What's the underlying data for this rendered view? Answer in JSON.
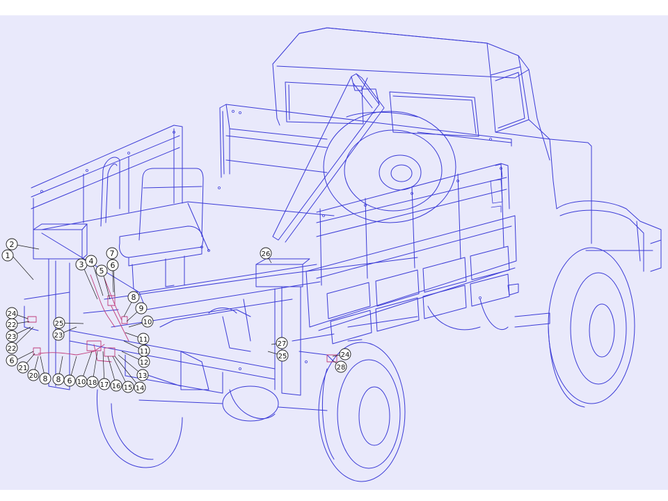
{
  "colors": {
    "background": "#e9e9fb",
    "line": "#3a3ad6",
    "label_fill": "#ffffff",
    "label_stroke": "#1a1a1a",
    "accent": "#c03a7a"
  },
  "callouts": [
    {
      "id": "c-2",
      "text": "2"
    },
    {
      "id": "c-1",
      "text": "1"
    },
    {
      "id": "c-3",
      "text": "3"
    },
    {
      "id": "c-4",
      "text": "4"
    },
    {
      "id": "c-5",
      "text": "5"
    },
    {
      "id": "c-6a",
      "text": "6"
    },
    {
      "id": "c-7",
      "text": "7"
    },
    {
      "id": "c-8a",
      "text": "8"
    },
    {
      "id": "c-9",
      "text": "9"
    },
    {
      "id": "c-10a",
      "text": "10"
    },
    {
      "id": "c-11a",
      "text": "11"
    },
    {
      "id": "c-11b",
      "text": "11"
    },
    {
      "id": "c-12",
      "text": "12"
    },
    {
      "id": "c-13",
      "text": "13"
    },
    {
      "id": "c-14",
      "text": "14"
    },
    {
      "id": "c-15",
      "text": "15"
    },
    {
      "id": "c-16",
      "text": "16"
    },
    {
      "id": "c-17",
      "text": "17"
    },
    {
      "id": "c-18",
      "text": "18"
    },
    {
      "id": "c-10b",
      "text": "10"
    },
    {
      "id": "c-6b",
      "text": "6"
    },
    {
      "id": "c-8b",
      "text": "8"
    },
    {
      "id": "c-8c",
      "text": "8"
    },
    {
      "id": "c-20",
      "text": "20"
    },
    {
      "id": "c-21",
      "text": "21"
    },
    {
      "id": "c-6c",
      "text": "6"
    },
    {
      "id": "c-22a",
      "text": "22"
    },
    {
      "id": "c-23a",
      "text": "23"
    },
    {
      "id": "c-22b",
      "text": "22"
    },
    {
      "id": "c-23b",
      "text": "23"
    },
    {
      "id": "c-24a",
      "text": "24"
    },
    {
      "id": "c-25a",
      "text": "25"
    },
    {
      "id": "c-26",
      "text": "26"
    },
    {
      "id": "c-27",
      "text": "27"
    },
    {
      "id": "c-25b",
      "text": "25"
    },
    {
      "id": "c-24b",
      "text": "24"
    },
    {
      "id": "c-28",
      "text": "28"
    }
  ]
}
